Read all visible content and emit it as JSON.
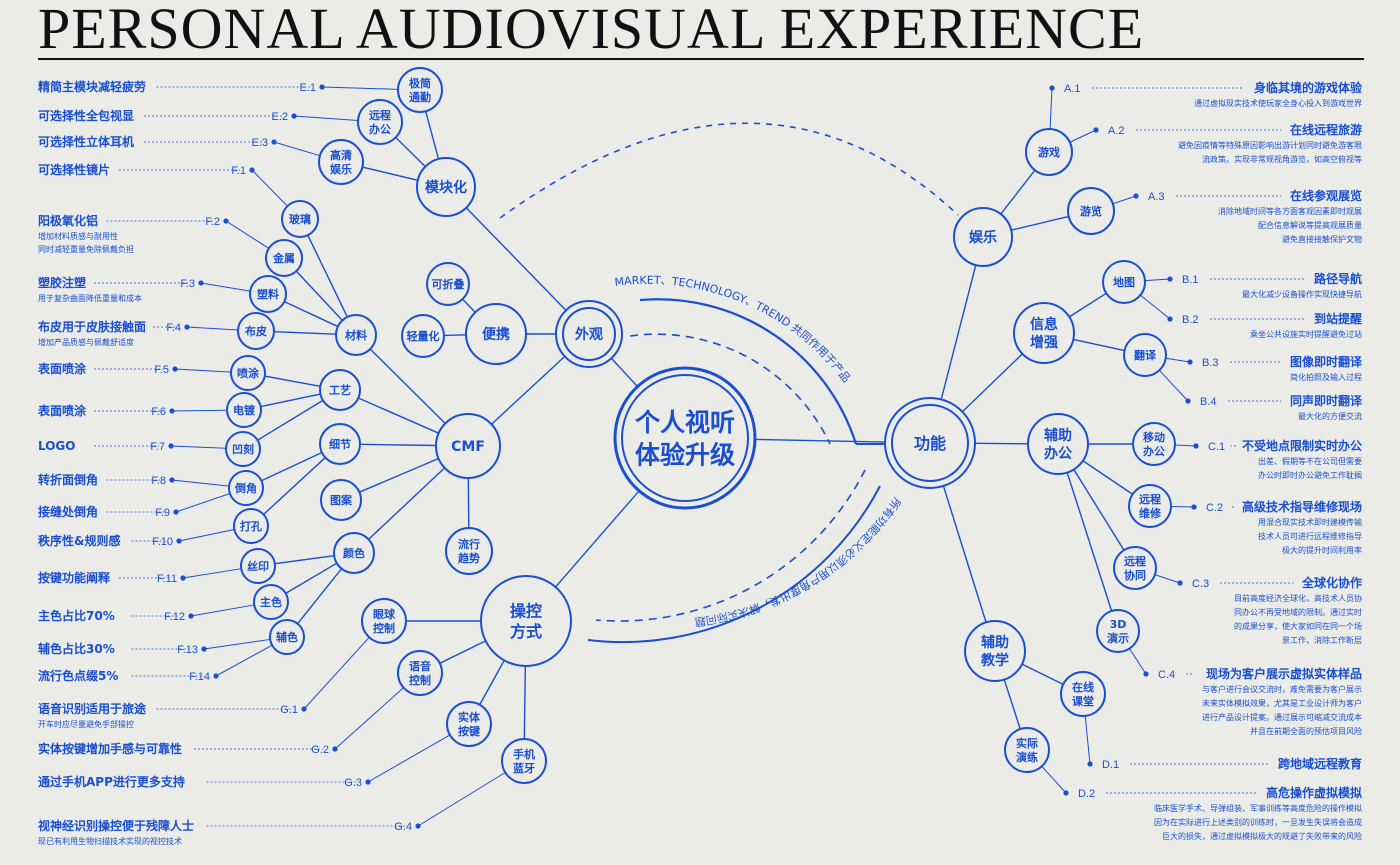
{
  "title": "PERSONAL AUDIOVISUAL EXPERIENCE",
  "accent_color": "#1b4fd1",
  "background_color": "#ebece8",
  "center": {
    "lines": [
      "个人视听",
      "体验升级"
    ]
  },
  "arcs": {
    "top": "MARKET、TECHNOLOGY、TREND 共同作用于产品",
    "bottom": "所有功能定义必须以用户角度出发，解决实际问题"
  },
  "hubs": {
    "appearance": {
      "lines": [
        "外观"
      ]
    },
    "function": {
      "lines": [
        "功能"
      ]
    },
    "control": {
      "lines": [
        "操控",
        "方式"
      ]
    },
    "cmf": {
      "lines": [
        "CMF"
      ]
    },
    "modular": {
      "lines": [
        "模块化"
      ]
    },
    "portable": {
      "lines": [
        "便携"
      ]
    },
    "foldable": {
      "lines": [
        "可折叠"
      ]
    },
    "lightweight": {
      "lines": [
        "轻量化"
      ]
    },
    "minimal": {
      "lines": [
        "极简",
        "通勤"
      ]
    },
    "remote_office_e": {
      "lines": [
        "远程",
        "办公"
      ]
    },
    "hd_ent": {
      "lines": [
        "高清",
        "娱乐"
      ]
    },
    "material": {
      "lines": [
        "材料"
      ]
    },
    "craft": {
      "lines": [
        "工艺"
      ]
    },
    "detail": {
      "lines": [
        "细节"
      ]
    },
    "pattern": {
      "lines": [
        "图案"
      ]
    },
    "color": {
      "lines": [
        "颜色"
      ]
    },
    "trend": {
      "lines": [
        "流行",
        "趋势"
      ]
    },
    "glass": {
      "lines": [
        "玻璃"
      ]
    },
    "metal": {
      "lines": [
        "金属"
      ]
    },
    "plastic": {
      "lines": [
        "塑料"
      ]
    },
    "cloth": {
      "lines": [
        "布皮"
      ]
    },
    "spray": {
      "lines": [
        "喷涂"
      ]
    },
    "plating": {
      "lines": [
        "电镀"
      ]
    },
    "engrave": {
      "lines": [
        "凹刻"
      ]
    },
    "chamfer": {
      "lines": [
        "倒角"
      ]
    },
    "dot": {
      "lines": [
        "打孔"
      ]
    },
    "silk": {
      "lines": [
        "丝印"
      ]
    },
    "main_color": {
      "lines": [
        "主色"
      ]
    },
    "aux_color": {
      "lines": [
        "辅色"
      ]
    },
    "eye": {
      "lines": [
        "眼球",
        "控制"
      ]
    },
    "voice": {
      "lines": [
        "语音",
        "控制"
      ]
    },
    "physical": {
      "lines": [
        "实体",
        "按键"
      ]
    },
    "phone": {
      "lines": [
        "手机",
        "蓝牙"
      ]
    },
    "ent": {
      "lines": [
        "娱乐"
      ]
    },
    "game": {
      "lines": [
        "游戏"
      ]
    },
    "tour": {
      "lines": [
        "游览"
      ]
    },
    "info": {
      "lines": [
        "信息",
        "增强"
      ]
    },
    "map": {
      "lines": [
        "地图"
      ]
    },
    "translate": {
      "lines": [
        "翻译"
      ]
    },
    "office": {
      "lines": [
        "辅助",
        "办公"
      ]
    },
    "mobile": {
      "lines": [
        "移动",
        "办公"
      ]
    },
    "repair": {
      "lines": [
        "远程",
        "维修"
      ]
    },
    "collab": {
      "lines": [
        "远程",
        "协同"
      ]
    },
    "demo3d": {
      "lines": [
        "3D",
        "演示"
      ]
    },
    "teach": {
      "lines": [
        "辅助",
        "教学"
      ]
    },
    "online": {
      "lines": [
        "在线",
        "课堂"
      ]
    },
    "drill": {
      "lines": [
        "实际",
        "演练"
      ]
    }
  },
  "left_labels": [
    {
      "code": "E.1",
      "title": "精简主模块减轻疲劳",
      "sub": []
    },
    {
      "code": "E.2",
      "title": "可选择性全包视显",
      "sub": []
    },
    {
      "code": "E.3",
      "title": "可选择性立体耳机",
      "sub": []
    },
    {
      "code": "F.1",
      "title": "可选择性镜片",
      "sub": []
    },
    {
      "code": "F.2",
      "title": "阳极氧化铝",
      "sub": [
        "增加材料质感与耐用性",
        "同时减轻重量免除佩戴负担"
      ]
    },
    {
      "code": "F.3",
      "title": "塑胶注塑",
      "sub": [
        "用于复杂曲面降低重量和成本"
      ]
    },
    {
      "code": "F.4",
      "title": "布皮用于皮肤接触面",
      "sub": [
        "增加产品质感与佩戴舒适度"
      ]
    },
    {
      "code": "F.5",
      "title": "表面喷涂",
      "sub": []
    },
    {
      "code": "F.6",
      "title": "表面喷涂",
      "sub": []
    },
    {
      "code": "F.7",
      "title": "LOGO",
      "sub": []
    },
    {
      "code": "F.8",
      "title": "转折面倒角",
      "sub": []
    },
    {
      "code": "F.9",
      "title": "接缝处倒角",
      "sub": []
    },
    {
      "code": "F.10",
      "title": "秩序性&规则感",
      "sub": []
    },
    {
      "code": "F.11",
      "title": "按键功能阐释",
      "sub": []
    },
    {
      "code": "F.12",
      "title": "主色占比70%",
      "sub": []
    },
    {
      "code": "F.13",
      "title": "辅色占比30%",
      "sub": []
    },
    {
      "code": "F.14",
      "title": "流行色点缀5%",
      "sub": []
    },
    {
      "code": "G.1",
      "title": "语音识别适用于旅途",
      "sub": [
        "开车时应尽量避免手部操控"
      ]
    },
    {
      "code": "G.2",
      "title": "实体按键增加手感与可靠性",
      "sub": []
    },
    {
      "code": "G.3",
      "title": "通过手机APP进行更多支持",
      "sub": []
    },
    {
      "code": "G.4",
      "title": "视神经识别操控便于残障人士",
      "sub": [
        "现已有利用生物扫描技术实现的视控技术"
      ]
    }
  ],
  "right_labels": [
    {
      "code": "A.1",
      "title": "身临其境的游戏体验",
      "sub": [
        "通过虚拟现实技术使玩家全身心投入到游戏世界"
      ]
    },
    {
      "code": "A.2",
      "title": "在线远程旅游",
      "sub": [
        "避免因疫情等特殊原因影响出游计划同时避免游客限",
        "流政策。实现非常规视角游览，如高空俯视等"
      ]
    },
    {
      "code": "A.3",
      "title": "在线参观展览",
      "sub": [
        "消除地域时间等各方面客观因素即时观展",
        "配合信息解说等提高观展质量",
        "避免直接接触保护文物"
      ]
    },
    {
      "code": "B.1",
      "title": "路径导航",
      "sub": [
        "最大化减少设备操作实现快捷导航"
      ]
    },
    {
      "code": "B.2",
      "title": "到站提醒",
      "sub": [
        "乘坐公共设施实时提醒避免过站"
      ]
    },
    {
      "code": "B.3",
      "title": "图像即时翻译",
      "sub": [
        "简化拍照及输入过程"
      ]
    },
    {
      "code": "B.4",
      "title": "同声即时翻译",
      "sub": [
        "最大化的方便交流"
      ]
    },
    {
      "code": "C.1",
      "title": "不受地点限制实时办公",
      "sub": [
        "出差、假期等不在公司但需要",
        "办公时即时办公避免工作耽搁"
      ]
    },
    {
      "code": "C.2",
      "title": "高级技术指导维修现场",
      "sub": [
        "用混合现实技术即时建模传输",
        "技术人员可进行远程维修指导",
        "极大的提升时间利用率"
      ]
    },
    {
      "code": "C.3",
      "title": "全球化协作",
      "sub": [
        "目前高度经济全球化，高技术人员协",
        "同办公不再受地域的限制。通过实时",
        "的成果分享，使大家如同在同一个场",
        "景工作，消除工作断层"
      ]
    },
    {
      "code": "C.4",
      "title": "现场为客户展示虚拟实体样品",
      "sub": [
        "与客户进行会议交流时，难免需要为客户展示",
        "未来实体模拟效果，尤其是工业设计师为客户",
        "进行产品设计提案。通过展示可缩减交流成本",
        "并且在前期全面的预估项目风险"
      ]
    },
    {
      "code": "D.1",
      "title": "跨地域远程教育",
      "sub": []
    },
    {
      "code": "D.2",
      "title": "高危操作虚拟模拟",
      "sub": [
        "临床医学手术、导弹组装、军事训练等高度危险的操作模拟",
        "因为在实际进行上述类别的训练时，一旦发生失误将会造成",
        "巨大的损失，通过虚拟模拟极大的规避了失败带来的风险"
      ]
    }
  ]
}
